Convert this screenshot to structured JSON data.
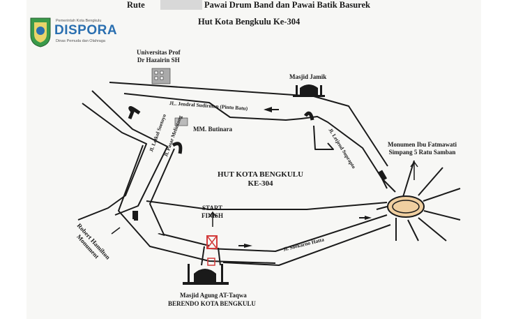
{
  "header": {
    "title_left": "Rute",
    "title_right": "Pawai Drum Band dan Pawai Batik Basurek",
    "subtitle": "Hut Kota Bengkulu Ke-304"
  },
  "logo": {
    "org_top": "Pemerintah Kota Bengkulu",
    "name": "DISPORA",
    "org_sub": "Dinas Pemuda dan Olahraga"
  },
  "landmarks": {
    "universitas": "Universitas Prof\nDr Hazairin SH",
    "masjid_jamik": "Masjid Jamik",
    "mm_butinara": "MM. Butinara",
    "monumen": "Monumen Ibu Fatmawati\nSimpang 5 Ratu Samban",
    "center_label": "HUT KOTA BENGKULU\nKE-304",
    "start_finish": "START\nFINISH",
    "robert": "Robert Hamilton\nMonument",
    "masjid_agung": "Masjid Agung AT-Taqwa",
    "berendo": "BERENDO  KOTA BENGKULU"
  },
  "roads": {
    "sudirman": "JL. Jendral Sudirman (Pintu Batu)",
    "suprapto": "Jl. Letjend Suprapto",
    "soekarno": "Jl. Soekarno Hatta",
    "pasar": "Jl. Pasar Melintang",
    "soetomo": "Jl. Letkol Soetoyo"
  },
  "colors": {
    "road_outline": "#1a1a1a",
    "roundabout_fill": "#f0cfa0",
    "logo_blue": "#2a6fb0",
    "logo_green": "#3a9a4a",
    "start_marker": "#d23a3a"
  }
}
